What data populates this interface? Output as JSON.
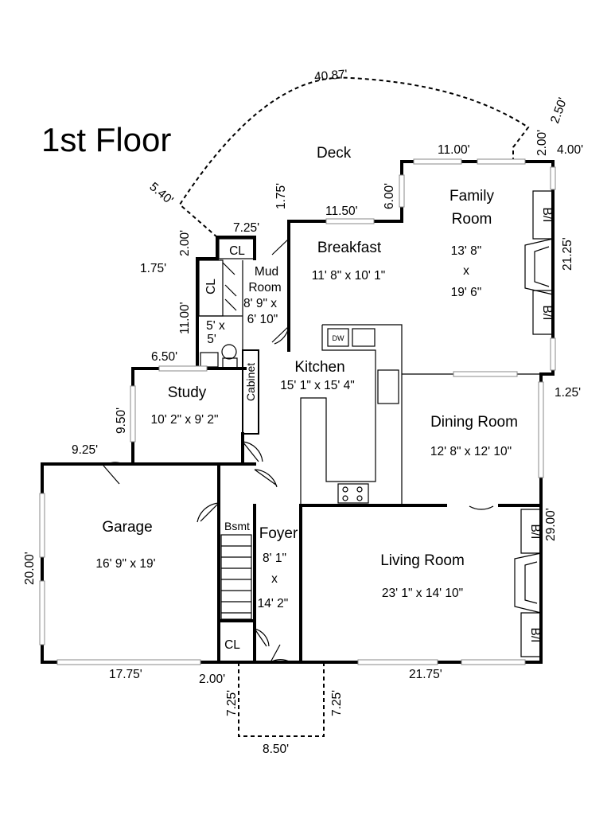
{
  "title": "1st Floor",
  "rooms": {
    "deck": {
      "name": "Deck"
    },
    "family_room": {
      "name_line1": "Family",
      "name_line2": "Room",
      "size_w": "13' 8\"",
      "size_x": "x",
      "size_h": "19' 6\""
    },
    "breakfast": {
      "name": "Breakfast",
      "size": "11' 8\" x 10' 1\""
    },
    "mud_room": {
      "name_line1": "Mud",
      "name_line2": "Room",
      "size_line1": "8' 9\" x",
      "size_line2": "6' 10\""
    },
    "half_bath": {
      "size_line1": "5' x",
      "size_line2": "5'"
    },
    "kitchen": {
      "name": "Kitchen",
      "size": "15' 1\" x 15' 4\""
    },
    "study": {
      "name": "Study",
      "size": "10' 2\" x 9' 2\""
    },
    "dining_room": {
      "name": "Dining Room",
      "size": "12' 8\" x 12' 10\""
    },
    "garage": {
      "name": "Garage",
      "size": "16' 9\" x 19'"
    },
    "foyer": {
      "name": "Foyer",
      "size_line1": "8' 1\"",
      "size_x": "x",
      "size_line2": "14' 2\""
    },
    "living_room": {
      "name": "Living Room",
      "size": "23' 1\" x 14' 10\""
    }
  },
  "labels": {
    "closet": "CL",
    "cabinet": "Cabinet",
    "basement": "Bsmt",
    "built_in": "B/I",
    "dishwasher": "DW"
  },
  "dimensions": {
    "deck_arc": "40.87'",
    "deck_right_a": "2.00'",
    "deck_right_b": "2.50'",
    "deck_left": "5.40'",
    "family_top": "11.00'",
    "family_top_right": "4.00'",
    "family_right": "21.25'",
    "step_6": "6.00'",
    "breakfast_top": "11.50'",
    "mud_top": "7.25'",
    "mud_right": "1.75'",
    "mud_left_a": "2.00'",
    "mud_left_b": "1.75'",
    "mud_left_c": "11.00'",
    "study_top": "6.50'",
    "study_left": "9.50'",
    "garage_top": "9.25'",
    "garage_left": "20.00'",
    "garage_bottom": "17.75'",
    "dining_right": "1.25'",
    "living_right": "29.00'",
    "bottom_left": "2.00'",
    "porch_left": "7.25'",
    "porch_right": "7.25'",
    "porch_bottom": "8.50'",
    "living_bottom": "21.75'"
  }
}
